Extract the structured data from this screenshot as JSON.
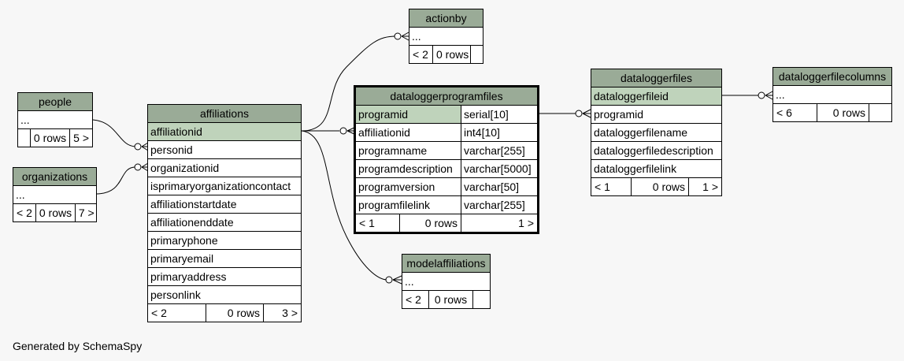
{
  "tables": {
    "actionby": {
      "name": "actionby",
      "rows": [
        "..."
      ],
      "footer": [
        "< 2",
        "0 rows",
        ""
      ]
    },
    "people": {
      "name": "people",
      "rows": [
        "..."
      ],
      "footer": [
        "",
        "0 rows",
        "5 >"
      ]
    },
    "organizations": {
      "name": "organizations",
      "rows": [
        "..."
      ],
      "footer": [
        "< 2",
        "0 rows",
        "7 >"
      ]
    },
    "affiliations": {
      "name": "affiliations",
      "rows": [
        "affiliationid",
        "personid",
        "organizationid",
        "isprimaryorganizationcontact",
        "affiliationstartdate",
        "affiliationenddate",
        "primaryphone",
        "primaryemail",
        "primaryaddress",
        "personlink"
      ],
      "footer": [
        "< 2",
        "0 rows",
        "3 >"
      ]
    },
    "dataloggerprogramfiles": {
      "name": "dataloggerprogramfiles",
      "rows": [
        {
          "col": "programid",
          "type": "serial[10]"
        },
        {
          "col": "affiliationid",
          "type": "int4[10]"
        },
        {
          "col": "programname",
          "type": "varchar[255]"
        },
        {
          "col": "programdescription",
          "type": "varchar[5000]"
        },
        {
          "col": "programversion",
          "type": "varchar[50]"
        },
        {
          "col": "programfilelink",
          "type": "varchar[255]"
        }
      ],
      "footer": [
        "< 1",
        "0 rows",
        "1 >"
      ]
    },
    "modelaffiliations": {
      "name": "modelaffiliations",
      "rows": [
        "..."
      ],
      "footer": [
        "< 2",
        "0 rows",
        ""
      ]
    },
    "dataloggerfiles": {
      "name": "dataloggerfiles",
      "rows": [
        "dataloggerfileid",
        "programid",
        "dataloggerfilename",
        "dataloggerfiledescription",
        "dataloggerfilelink"
      ],
      "footer": [
        "< 1",
        "0 rows",
        "1 >"
      ]
    },
    "dataloggerfilecolumns": {
      "name": "dataloggerfilecolumns",
      "rows": [
        "..."
      ],
      "footer": [
        "< 6",
        "0 rows",
        ""
      ]
    }
  },
  "relationships": [
    {
      "from": "people",
      "to": "affiliations.personid"
    },
    {
      "from": "organizations",
      "to": "affiliations.organizationid"
    },
    {
      "from": "affiliations.affiliationid",
      "to": "actionby"
    },
    {
      "from": "affiliations.affiliationid",
      "to": "dataloggerprogramfiles.affiliationid"
    },
    {
      "from": "affiliations.affiliationid",
      "to": "modelaffiliations"
    },
    {
      "from": "dataloggerprogramfiles.programid",
      "to": "dataloggerfiles.programid"
    },
    {
      "from": "dataloggerfiles.dataloggerfileid",
      "to": "dataloggerfilecolumns"
    }
  ],
  "footer_text": "Generated by SchemaSpy",
  "colors": {
    "header": "#9aab97",
    "primary_key": "#bfd3bb",
    "background": "#f7f7f7"
  }
}
